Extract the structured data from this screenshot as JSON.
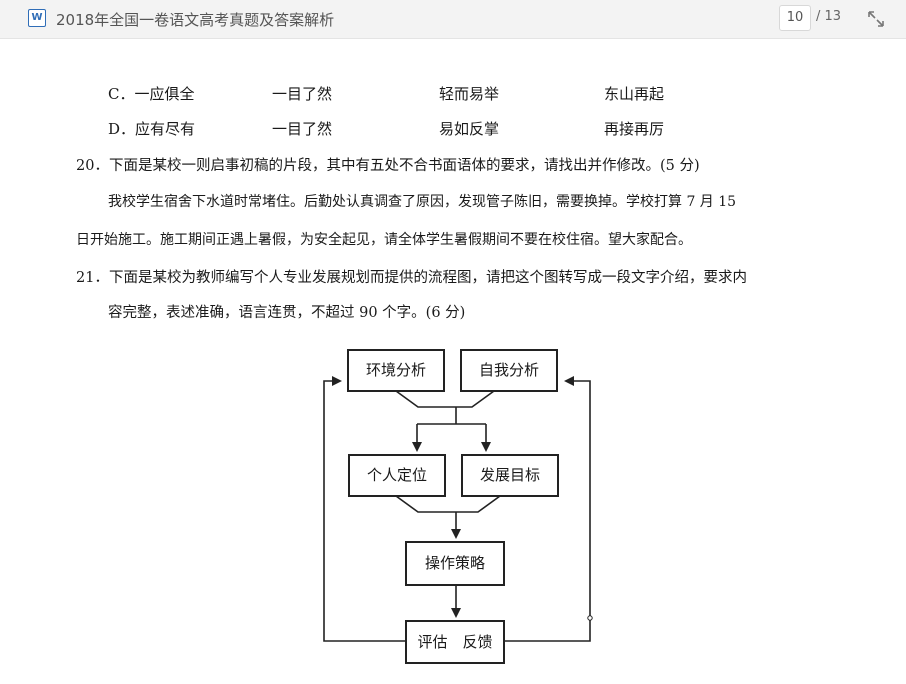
{
  "header": {
    "file_icon": "word-doc-icon",
    "title": "2018年全国一卷语文高考真题及答案解析",
    "current_page": "10",
    "total_pages": "/ 13",
    "expand_icon": "expand-icon"
  },
  "options": {
    "c": {
      "label": "C．一应俱全",
      "w2": "一目了然",
      "w3": "轻而易举",
      "w4": "东山再起"
    },
    "d": {
      "label": "D．应有尽有",
      "w2": "一目了然",
      "w3": "易如反掌",
      "w4": "再接再厉"
    }
  },
  "q20": {
    "prompt": "20．下面是某校一则启事初稿的片段，其中有五处不合书面语体的要求，请找出并作修改。(5 分)",
    "text_line1": "我校学生宿舍下水道时常堵住。后勤处认真调查了原因，发现管子陈旧，需要换掉。学校打算 7 月 15",
    "text_line2": "日开始施工。施工期间正遇上暑假，为安全起见，请全体学生暑假期间不要在校住宿。望大家配合。"
  },
  "q21": {
    "prompt_line1": "21．下面是某校为教师编写个人专业发展规划而提供的流程图，请把这个图转写成一段文字介绍，要求内",
    "prompt_line2": "容完整，表述准确，语言连贯，不超过 90 个字。(6 分)"
  },
  "flowchart": {
    "env": "环境分析",
    "self": "自我分析",
    "position": "个人定位",
    "goal": "发展目标",
    "strategy": "操作策略",
    "evaluate": "评估　反馈"
  }
}
